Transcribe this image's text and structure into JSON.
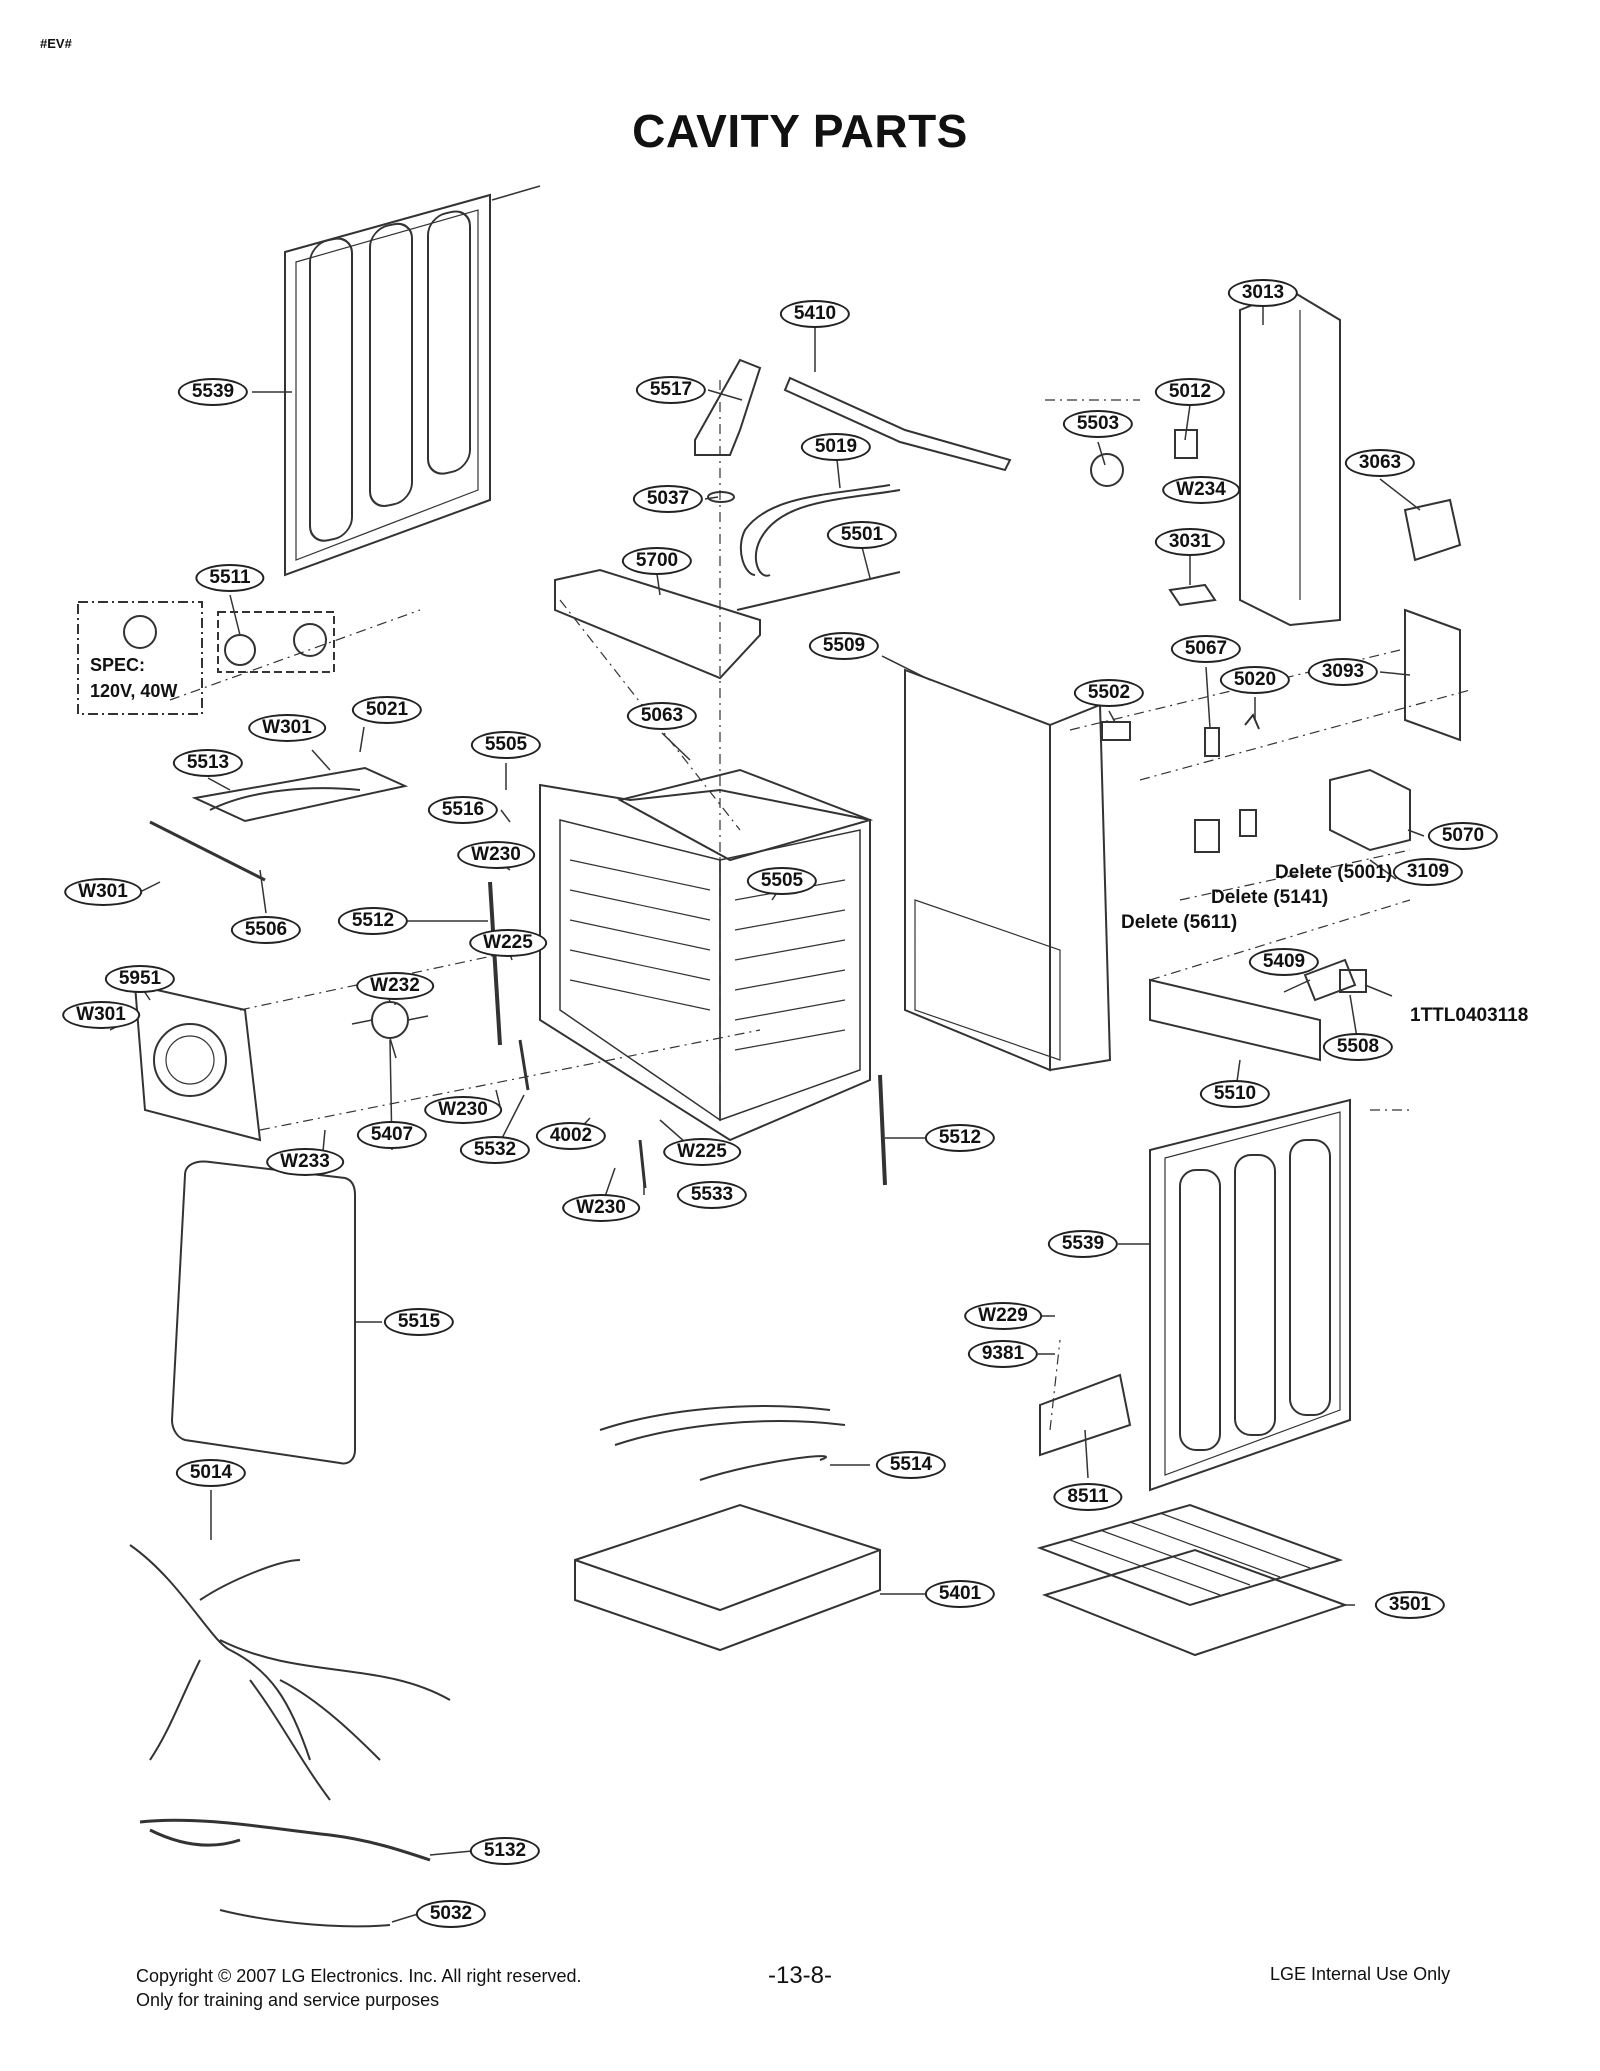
{
  "header": {
    "code": "#EV#",
    "title": "CAVITY PARTS"
  },
  "spec": {
    "heading": "SPEC:",
    "value": "120V, 40W"
  },
  "labels": {
    "p5539_top": "5539",
    "p5410": "5410",
    "p3013": "3013",
    "p5517": "5517",
    "p5012": "5012",
    "p5503": "5503",
    "p5019": "5019",
    "p3063": "3063",
    "pW234": "W234",
    "p5037": "5037",
    "p3031": "3031",
    "p5501": "5501",
    "p5511": "5511",
    "p5700": "5700",
    "p5509": "5509",
    "p5067": "5067",
    "p3093": "3093",
    "p5020": "5020",
    "p5502": "5502",
    "pW301_a": "W301",
    "p5021": "5021",
    "p5063": "5063",
    "p5505_a": "5505",
    "p5513": "5513",
    "p5516": "5516",
    "p5070": "5070",
    "pW230_a": "W230",
    "p3109": "3109",
    "pW301_b": "W301",
    "p5505_b": "5505",
    "p5506": "5506",
    "p5512_a": "5512",
    "pW225_a": "W225",
    "p5409": "5409",
    "p5951": "5951",
    "pW232": "W232",
    "pW301_c": "W301",
    "p5508": "5508",
    "p5510": "5510",
    "pW230_b": "W230",
    "p4002": "4002",
    "p5512_b": "5512",
    "p5407": "5407",
    "p5532": "5532",
    "pW225_b": "W225",
    "pW233": "W233",
    "p5533": "5533",
    "pW230_c": "W230",
    "p5539_bottom": "5539",
    "pW229": "W229",
    "p5515": "5515",
    "p9381": "9381",
    "p5514": "5514",
    "p8511": "8511",
    "p5014": "5014",
    "p5401": "5401",
    "p3501": "3501",
    "p5132": "5132",
    "p5032": "5032"
  },
  "notes": {
    "delete_5001": "Delete (5001)",
    "delete_5141": "Delete (5141)",
    "delete_5611": "Delete (5611)",
    "ref_1ttl": "1TTL0403118"
  },
  "footer": {
    "copyright": "Copyright © 2007 LG Electronics. Inc. All right reserved.",
    "training": "Only for training and service purposes",
    "page_number": "-13-8-",
    "internal": "LGE Internal Use Only"
  }
}
